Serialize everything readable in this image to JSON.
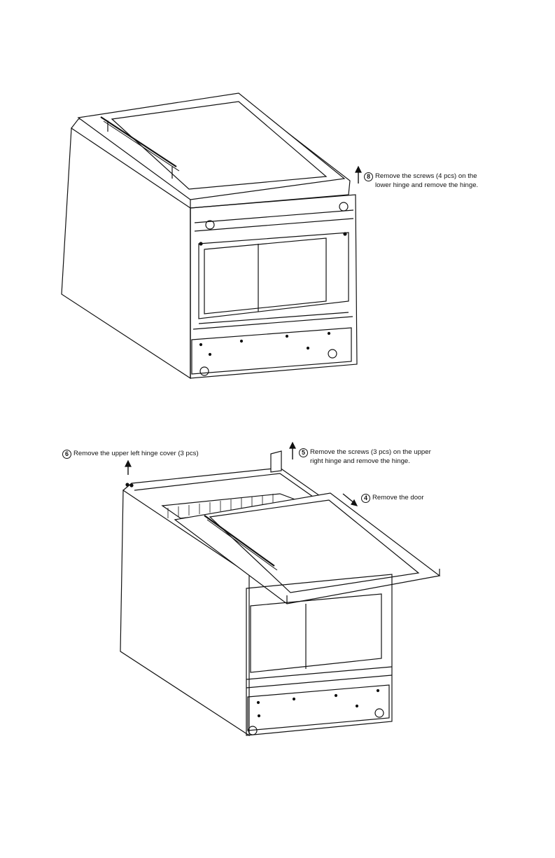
{
  "steps": [
    {
      "number": "8",
      "line1": "Remove the screws (4 pcs) on the",
      "line2": "lower hinge and remove the hinge."
    },
    {
      "number": "6",
      "line1": "Remove the upper left hinge cover (3 pcs)"
    },
    {
      "number": "5",
      "line1": "Remove the screws (3 pcs) on the upper",
      "line2": "right hinge and remove the hinge."
    },
    {
      "number": "4",
      "line1": "Remove the door"
    }
  ],
  "colors": {
    "line": "#111111",
    "background": "#ffffff"
  }
}
